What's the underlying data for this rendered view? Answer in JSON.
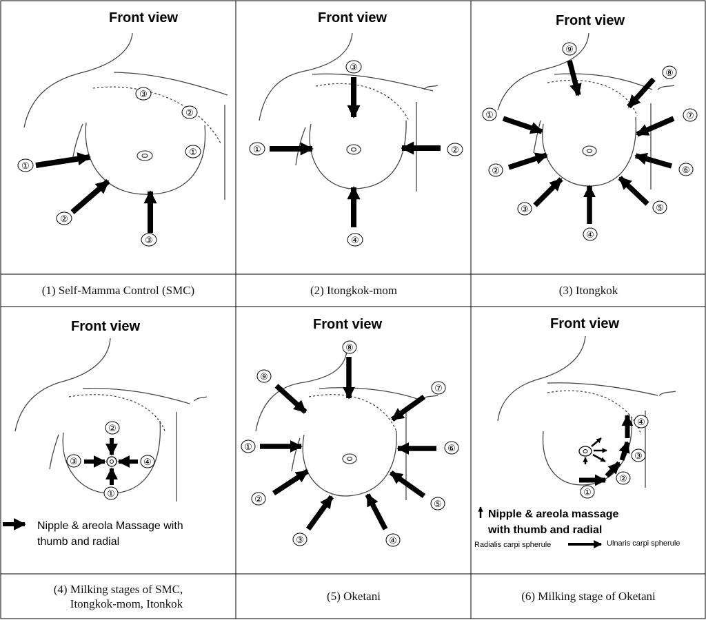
{
  "panels": [
    {
      "title": "Front view",
      "caption": "(1) Self-Mamma Control (SMC)",
      "labels": [
        "①",
        "②",
        "③",
        "①",
        "②",
        "③"
      ]
    },
    {
      "title": "Front view",
      "caption": "(2) Itongkok-mom",
      "labels": [
        "①",
        "②",
        "③",
        "④"
      ]
    },
    {
      "title": "Front view",
      "caption": "(3) Itongkok",
      "labels": [
        "①",
        "②",
        "③",
        "④",
        "⑤",
        "⑥",
        "⑦",
        "⑧",
        "⑨"
      ]
    },
    {
      "title": "Front view",
      "caption_line1": "(4) Milking stages of SMC,",
      "caption_line2": "Itongkok-mom, Itonkok",
      "labels": [
        "①",
        "②",
        "③",
        "④"
      ],
      "legend_line1": "Nipple & areola Massage with",
      "legend_line2": "thumb and radial"
    },
    {
      "title": "Front view",
      "caption": "(5) Oketani",
      "labels": [
        "①",
        "②",
        "③",
        "④",
        "⑤",
        "⑥",
        "⑦",
        "⑧",
        "⑨"
      ]
    },
    {
      "title": "Front view",
      "caption": "(6) Milking stage of Oketani",
      "labels": [
        "①",
        "②",
        "③",
        "④"
      ],
      "legend_line1": "Nipple & areola massage",
      "legend_line2": "with thumb and radial",
      "legend_from": "Radialis carpi spherule",
      "legend_to": "Ulnaris carpi spherule"
    }
  ]
}
